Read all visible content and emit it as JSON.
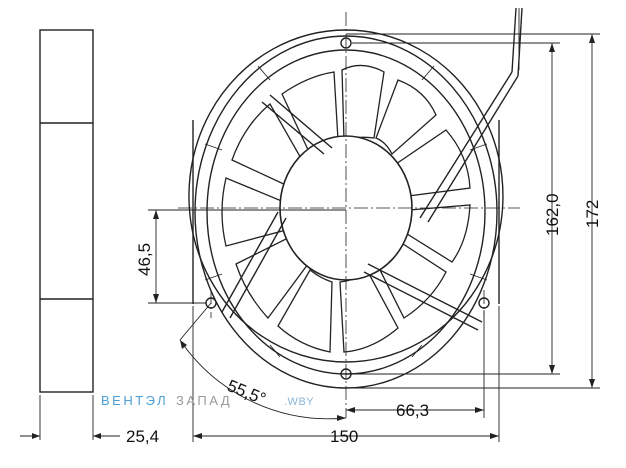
{
  "dimensions": {
    "thickness": "25,4",
    "width": "150",
    "hole_spacing_vertical": "162,0",
    "height": "172",
    "hole_offset": "46,5",
    "hole_offset_horizontal": "66,3",
    "angle": "55,5°"
  },
  "watermark": {
    "part1": "ВЕНТЭЛ",
    "part2": "ЗАПАД",
    "part3": ".WBY"
  }
}
